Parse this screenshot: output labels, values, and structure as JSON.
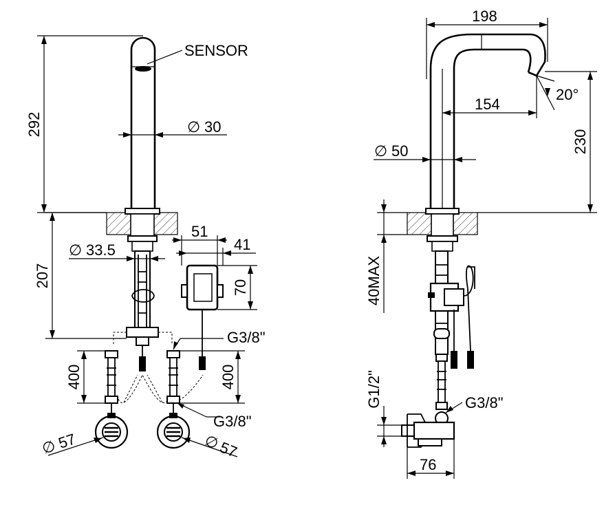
{
  "front_view": {
    "sensor_label": "SENSOR",
    "height_spout": "292",
    "diameter_spout": "30",
    "height_below": "207",
    "diameter_base": "33.5",
    "box_width": "51",
    "box_depth": "41",
    "box_height": "70",
    "connection_top": "G3/8\"",
    "hose_left": "400",
    "hose_right": "400",
    "connection_bottom": "G3/8\"",
    "diameter_left_valve": "57",
    "diameter_right_valve": "57",
    "diameter_symbol": "∅"
  },
  "side_view": {
    "reach": "198",
    "inner_reach": "154",
    "angle": "20°",
    "diameter_body": "50",
    "height_spout": "230",
    "deck_max": "40MAX",
    "inlet": "G1/2\"",
    "connection": "G3/8\"",
    "valve_width": "76"
  }
}
